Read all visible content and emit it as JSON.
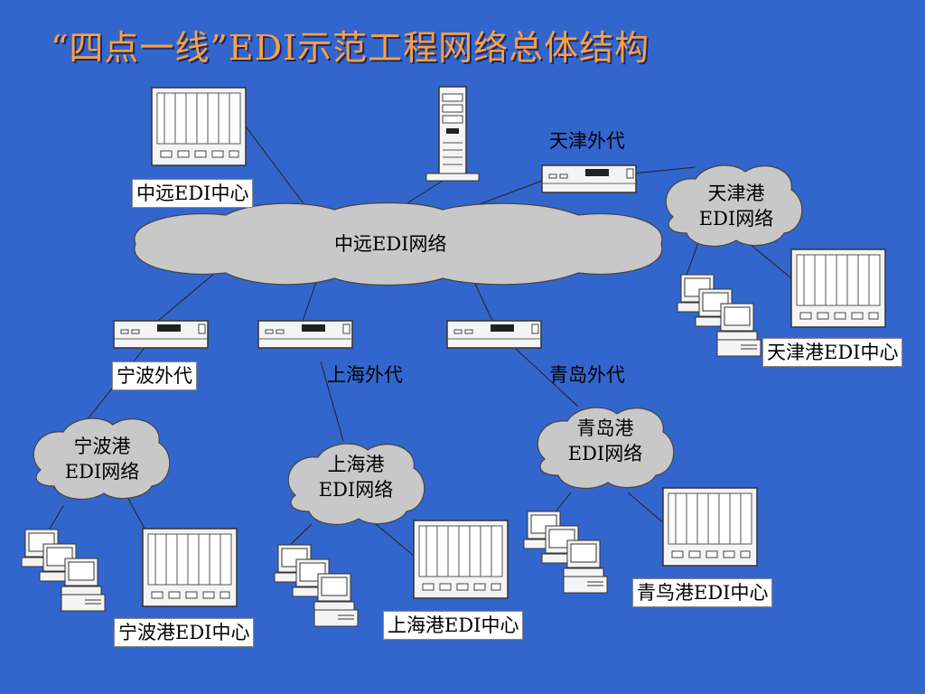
{
  "title": "“四点一线”EDI示范工程网络总体结构",
  "clouds": {
    "cosco": "中远EDI网络",
    "tianjin_l1": "天津港",
    "tianjin_l2": "EDI网络",
    "ningbo_l1": "宁波港",
    "ningbo_l2": "EDI网络",
    "shanghai_l1": "上海港",
    "shanghai_l2": "EDI网络",
    "qingdao_l1": "青岛港",
    "qingdao_l2": "EDI网络"
  },
  "labels": {
    "cosco_center": "中远EDI中心",
    "tianjin_agent": "天津外代",
    "tianjin_center": "天津港EDI中心",
    "ningbo_agent": "宁波外代",
    "shanghai_agent": "上海外代",
    "qingdao_agent": "青岛外代",
    "ningbo_center": "宁波港EDI中心",
    "shanghai_center": "上海港EDI中心",
    "qingdao_center": "青鸟港EDI中心"
  },
  "colors": {
    "background": "#3366cc",
    "title": "#ffa040",
    "cloud": "#c8c8c8",
    "device": "#f4f4f4"
  }
}
